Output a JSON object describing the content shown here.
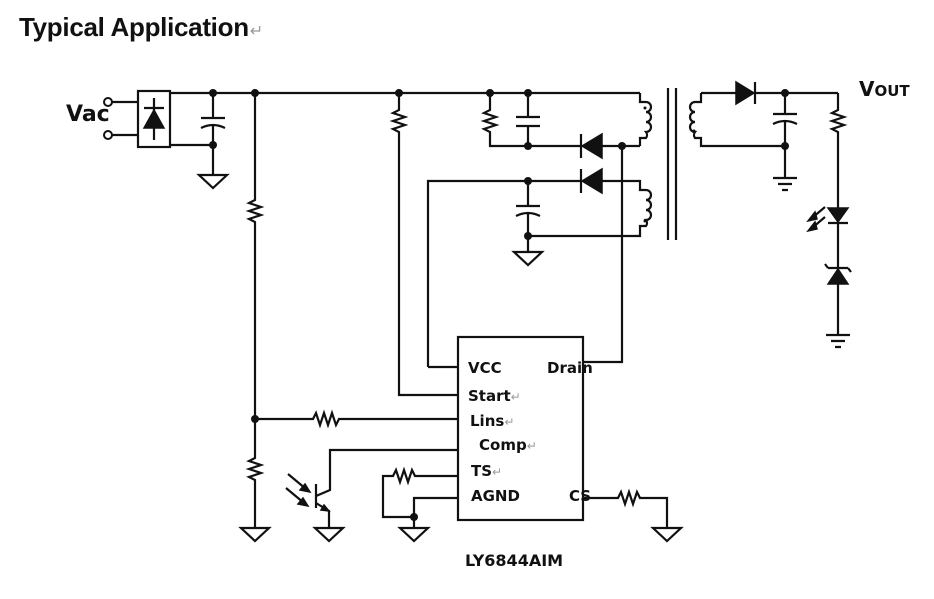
{
  "title": "Typical Application",
  "paragraph_mark": "↵",
  "labels": {
    "vac": "Vac",
    "vout_v": "V",
    "vout_sub": "OUT",
    "ic_part": "LY6844AIM"
  },
  "ic": {
    "left_pins": [
      "VCC",
      "Start",
      "Lins",
      "Comp",
      "TS",
      "AGND"
    ],
    "right_pins": [
      "Drain",
      "CS"
    ]
  },
  "components": [
    "ac-input-terminals",
    "bridge-rectifier",
    "bulk-capacitor",
    "startup-resistor",
    "snubber-resistor",
    "snubber-capacitor",
    "snubber-diode",
    "primary-winding",
    "auxiliary-winding",
    "aux-diode",
    "vcc-capacitor",
    "transformer-core",
    "secondary-winding",
    "output-diode",
    "output-capacitor",
    "optocoupler-led",
    "zener-diode",
    "line-sense-resistors",
    "optocoupler-phototransistor",
    "ts-resistor",
    "current-sense-resistor",
    "ground-symbols"
  ]
}
